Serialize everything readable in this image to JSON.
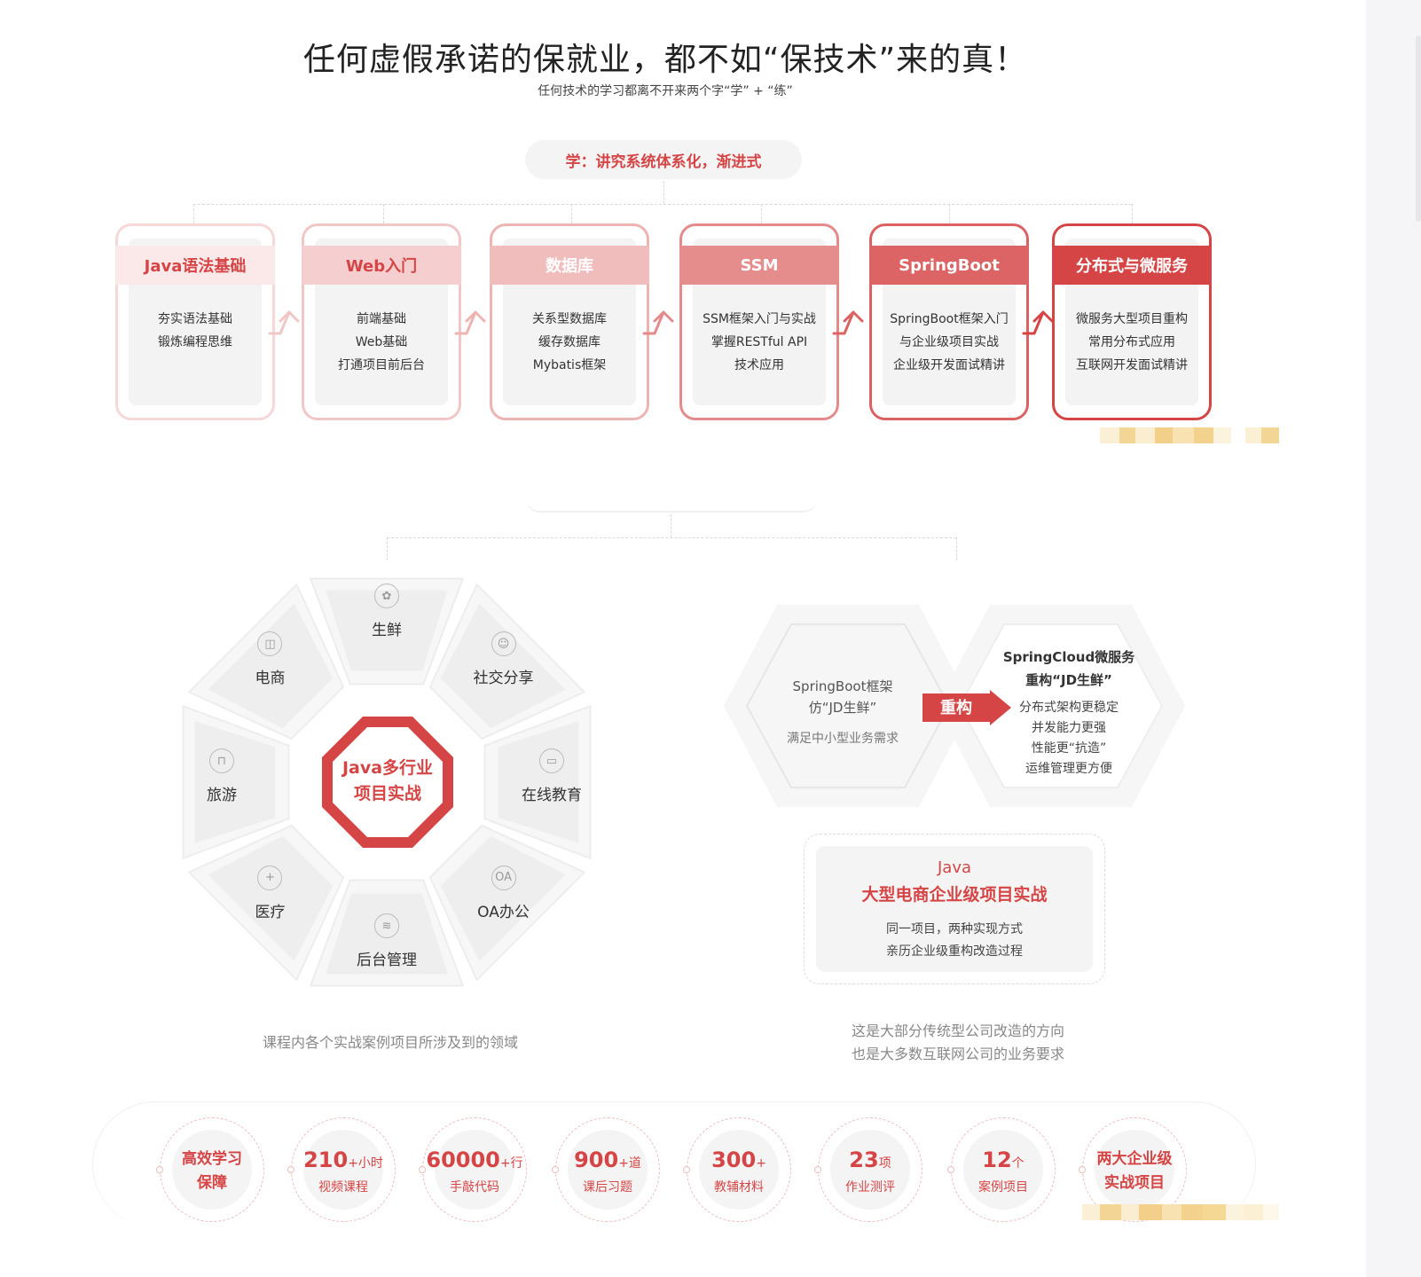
{
  "header": {
    "title": "任何虚假承诺的保就业，都不如“保技术”来的真！",
    "subtitle": "任何技术的学习都离不开来两个字“学” + “练”"
  },
  "learn": {
    "pill": "学：讲究系统体系化，渐进式"
  },
  "stages": [
    {
      "title": "Java语法基础",
      "lines": [
        "夯实语法基础",
        "锻炼编程思维"
      ]
    },
    {
      "title": "Web入门",
      "lines": [
        "前端基础",
        "Web基础",
        "打通项目前后台"
      ]
    },
    {
      "title": "数据库",
      "lines": [
        "关系型数据库",
        "缓存数据库",
        "Mybatis框架"
      ]
    },
    {
      "title": "SSM",
      "lines": [
        "SSM框架入门与实战",
        "掌握RESTful API",
        "技术应用"
      ]
    },
    {
      "title": "SpringBoot",
      "lines": [
        "SpringBoot框架入门",
        "与企业级项目实战",
        "企业级开发面试精讲"
      ]
    },
    {
      "title": "分布式与微服务",
      "lines": [
        "微服务大型项目重构",
        "常用分布式应用",
        "互联网开发面试精讲"
      ]
    }
  ],
  "colors": {
    "accent": "#d64545",
    "stage_borders": [
      "#f6d8d8",
      "#f2c6c6",
      "#eeb3b3",
      "#e48a8a",
      "#dc6262",
      "#d64545"
    ],
    "stage_headers": [
      "#fbe9e9",
      "#f5cfcf",
      "#f0bcbc",
      "#e58d8d",
      "#dc6464",
      "#d64545"
    ],
    "stage_header_text": [
      "#d64545",
      "#d64545",
      "#ffffff",
      "#ffffff",
      "#ffffff",
      "#ffffff"
    ]
  },
  "industries": {
    "center": [
      "Java多行业",
      "项目实战"
    ],
    "items": [
      {
        "label": "生鲜",
        "icon": "fish-icon"
      },
      {
        "label": "社交分享",
        "icon": "users-icon"
      },
      {
        "label": "在线教育",
        "icon": "monitor-icon"
      },
      {
        "label": "OA办公",
        "icon": "oa-icon"
      },
      {
        "label": "后台管理",
        "icon": "layers-icon"
      },
      {
        "label": "医疗",
        "icon": "medical-icon"
      },
      {
        "label": "旅游",
        "icon": "luggage-icon"
      },
      {
        "label": "电商",
        "icon": "shopping-bag-icon"
      }
    ],
    "caption": "课程内各个实战案例项目所涉及到的领域"
  },
  "project": {
    "springboot_title": [
      "SpringBoot框架",
      "仿“JD生鲜”"
    ],
    "springboot_desc": "满足中小型业务需求",
    "refactor": "重构",
    "springcloud_title": [
      "SpringCloud微服务",
      "重构“JD生鲜”"
    ],
    "springcloud_lines": [
      "分布式架构更稳定",
      "并发能力更强",
      "性能更“抗造”",
      "运维管理更方便"
    ],
    "ec_java": "Java",
    "ec_title": "大型电商企业级项目实战",
    "ec_desc": [
      "同一项目，两种实现方式",
      "亲历企业级重构改造过程"
    ],
    "caption": [
      "这是大部分传统型公司改造的方向",
      "也是大多数互联网公司的业务要求"
    ]
  },
  "stats": [
    {
      "type": "two",
      "lines": [
        "高效学习",
        "保障"
      ]
    },
    {
      "type": "num",
      "num": "210",
      "unit": "+小时",
      "label": "视频课程"
    },
    {
      "type": "num",
      "num": "60000",
      "unit": "+行",
      "label": "手敲代码"
    },
    {
      "type": "num",
      "num": "900",
      "unit": "+道",
      "label": "课后习题"
    },
    {
      "type": "num",
      "num": "300",
      "unit": "+",
      "label": "教辅材料"
    },
    {
      "type": "num",
      "num": "23",
      "unit": "项",
      "label": "作业测评"
    },
    {
      "type": "num",
      "num": "12",
      "unit": "个",
      "label": "案例项目"
    },
    {
      "type": "two",
      "lines": [
        "两大企业级",
        "实战项目"
      ]
    }
  ]
}
